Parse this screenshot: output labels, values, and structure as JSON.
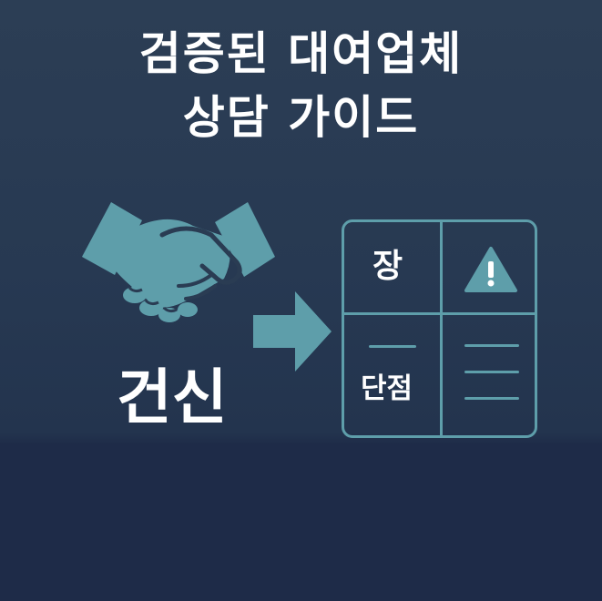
{
  "title": {
    "line1": "검증된 대여업체",
    "line2": "상담 가이드"
  },
  "left_label": "건신",
  "matrix": {
    "top_left": "장",
    "bottom_left": "단점"
  },
  "icons": {
    "handshake": "handshake-icon",
    "arrow": "arrow-right-icon",
    "warning": "warning-triangle-icon"
  },
  "colors": {
    "accent": "#5e9eaa",
    "text": "#ffffff",
    "background_top": "#2c3e55",
    "background_bottom": "#1e2b48"
  }
}
